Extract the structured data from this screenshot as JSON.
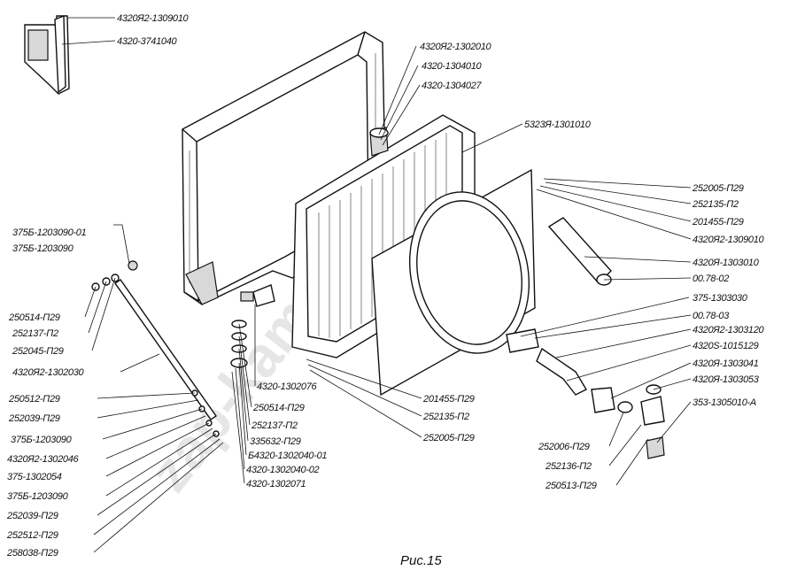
{
  "figure": {
    "caption": "Рис.15",
    "watermark": "zap-kamaz.ru"
  },
  "labels": {
    "l01": "4320Я2-1309010",
    "l02": "4320-3741040",
    "l03": "4320Я2-1302010",
    "l04": "4320-1304010",
    "l05": "4320-1304027",
    "l06": "5323Я-1301010",
    "l07": "252005-П29",
    "l08": "252135-П2",
    "l09": "201455-П29",
    "l10": "4320Я2-1309010",
    "l11": "4320Я-1303010",
    "l12": "00.78-02",
    "l13": "375-1303030",
    "l14": "00.78-03",
    "l15": "4320Я2-1303120",
    "l16": "4320S-1015129",
    "l17": "4320Я-1303041",
    "l18": "4320Я-1303053",
    "l19": "353-1305010-А",
    "l20": "252006-П29",
    "l21": "252136-П2",
    "l22": "250513-П29",
    "l23": "201455-П29",
    "l24": "252135-П2",
    "l25": "252005-П29",
    "l26": "4320-1302076",
    "l27": "250514-П29",
    "l28": "252137-П2",
    "l29": "335632-П29",
    "l30": "Б4320-1302040-01",
    "l31": "4320-1302040-02",
    "l32": "4320-1302071",
    "l33": "375Б-1203090-01",
    "l34": "375Б-1203090",
    "l35": "250514-П29",
    "l36": "252137-П2",
    "l37": "252045-П29",
    "l38": "4320Я2-1302030",
    "l39": "250512-П29",
    "l40": "252039-П29",
    "l41": "375Б-1203090",
    "l42": "4320Я2-1302046",
    "l43": "375-1302054",
    "l44": "375Б-1203090",
    "l45": "252039-П29",
    "l46": "252512-П29",
    "l47": "258038-П29"
  }
}
